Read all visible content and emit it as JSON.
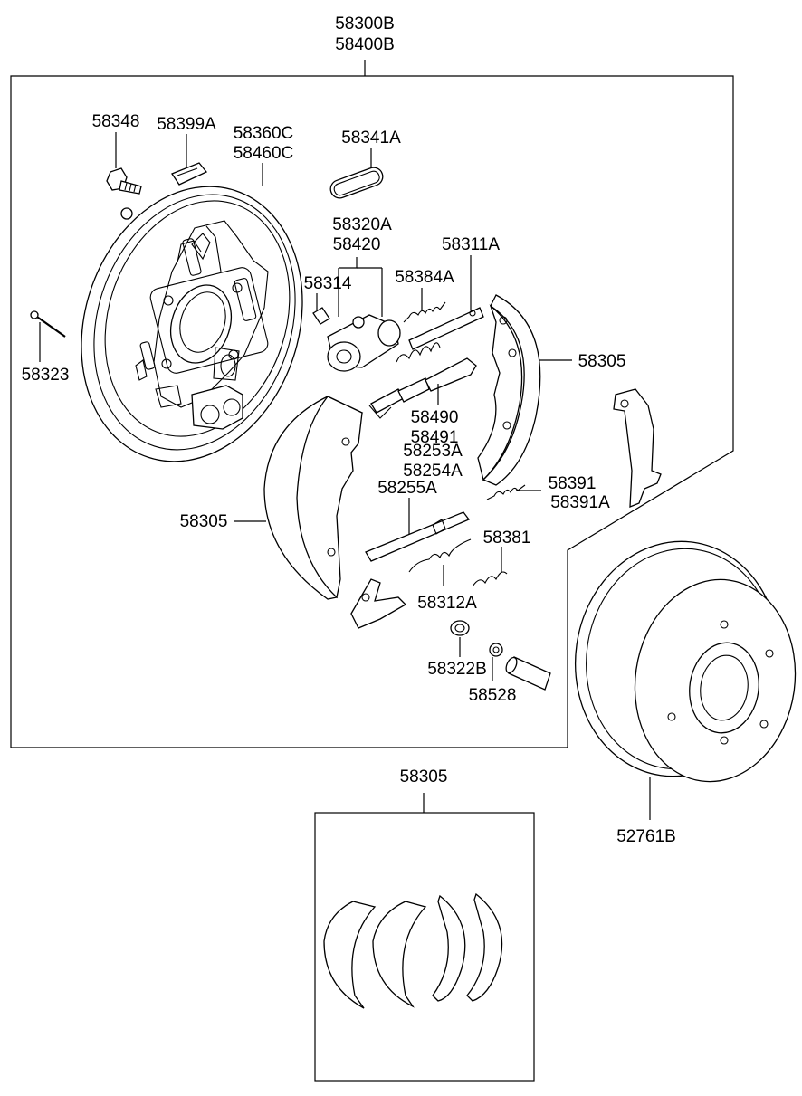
{
  "labels": {
    "assy_1": "58300B",
    "assy_2": "58400B",
    "bolt": "58348",
    "plug": "58399A",
    "backing_plate_1": "58360C",
    "backing_plate_2": "58460C",
    "seal_ring": "58341A",
    "wheel_cylinder_1": "58320A",
    "wheel_cylinder_2": "58420",
    "bleeder": "58314",
    "upper_spring": "58384A",
    "strut": "58311A",
    "pin": "58323",
    "shoe_right": "58305",
    "adjuster_1": "58490",
    "adjuster_2": "58491",
    "adjuster_3": "58253A",
    "adjuster_4": "58254A",
    "adjuster_5": "58255A",
    "lower_spring_1": "58391",
    "lower_spring_2": "58391A",
    "shoe_left": "58305",
    "hold_spring": "58381",
    "return_spring": "58312A",
    "hold_cup": "58322B",
    "washer": "58528",
    "drum": "52761B",
    "shoe_kit": "58305"
  }
}
